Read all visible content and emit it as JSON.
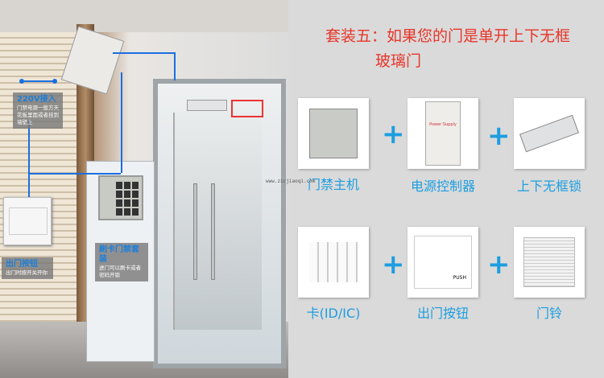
{
  "title_line1": "套装五：如果您的门是单开上下无框",
  "title_line2": "玻璃门",
  "products": [
    {
      "label": "门禁主机",
      "icon": "access-controller-icon"
    },
    {
      "label": "电源控制器",
      "icon": "power-supply-icon",
      "text": "Power Supply"
    },
    {
      "label": "上下无框锁",
      "icon": "frameless-lock-icon"
    },
    {
      "label": "卡(ID/IC)",
      "icon": "cards-icon"
    },
    {
      "label": "出门按钮",
      "icon": "exit-button-icon",
      "text": "PUSH"
    },
    {
      "label": "门铃",
      "icon": "doorbell-icon"
    }
  ],
  "callouts": {
    "power": {
      "title": "220V接入",
      "desc": "门禁电源一般方天花板里面或者挂到墙壁上"
    },
    "exit": {
      "title": "出门按钮",
      "desc": "出门时按开关开你"
    },
    "reader": {
      "title": "刷卡门禁套装",
      "desc": "进门可以刷卡或者密码开锁"
    }
  },
  "watermark": "www.zicjiaoqi.com",
  "colors": {
    "title": "#e8352a",
    "label": "#1c9ee0",
    "wire": "#1a6fe0"
  }
}
